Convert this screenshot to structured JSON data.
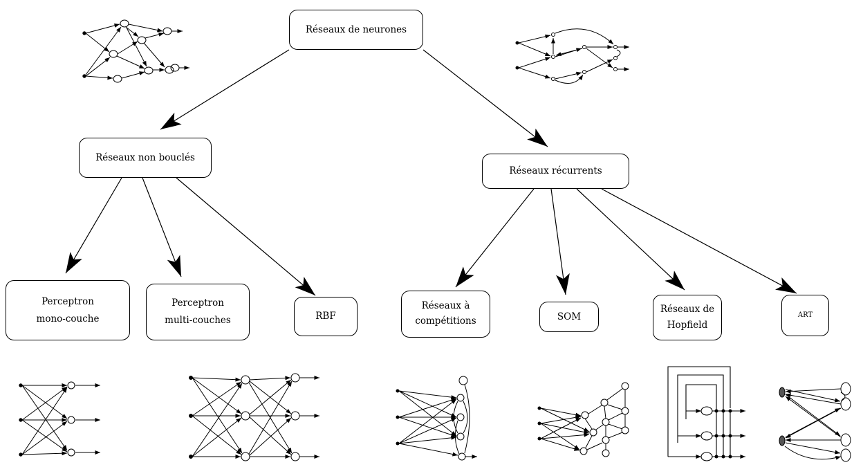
{
  "nodes": {
    "root": "Réseaux de neurones",
    "feedforward": "Réseaux non bouclés",
    "recurrent": "Réseaux récurrents",
    "perceptron_mono": "Perceptron\nmono-couche",
    "perceptron_multi": "Perceptron\nmulti-couches",
    "rbf": "RBF",
    "competition": "Réseaux à\ncompétitions",
    "som": "SOM",
    "hopfield": "Réseaux de\nHopfield",
    "art": "ART"
  },
  "edges": [
    [
      "root",
      "feedforward"
    ],
    [
      "root",
      "recurrent"
    ],
    [
      "feedforward",
      "perceptron_mono"
    ],
    [
      "feedforward",
      "perceptron_multi"
    ],
    [
      "feedforward",
      "rbf"
    ],
    [
      "recurrent",
      "competition"
    ],
    [
      "recurrent",
      "som"
    ],
    [
      "recurrent",
      "hopfield"
    ],
    [
      "recurrent",
      "art"
    ]
  ],
  "illustrations": [
    "feedforward-network-sketch",
    "recurrent-network-sketch",
    "single-layer-perceptron-sketch",
    "multilayer-perceptron-sketch",
    "competitive-network-sketch",
    "som-lattice-sketch",
    "hopfield-network-sketch",
    "art-network-sketch"
  ]
}
